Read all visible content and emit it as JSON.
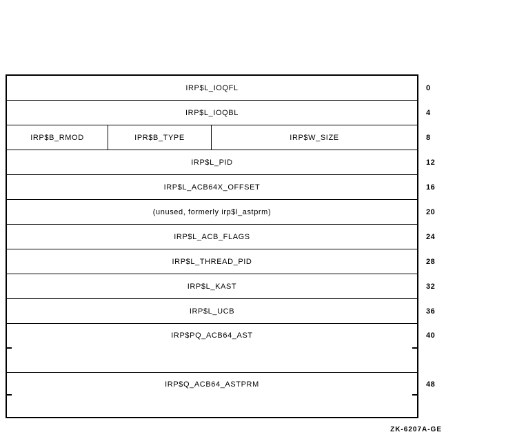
{
  "diagram": {
    "figure_label": "ZK-6207A-GE",
    "rows": [
      {
        "type": "single",
        "label": "IRP$L_IOQFL",
        "offset": "0"
      },
      {
        "type": "single",
        "label": "IRP$L_IOQBL",
        "offset": "4"
      },
      {
        "type": "split",
        "cells": [
          "IRP$B_RMOD",
          "IPR$B_TYPE",
          "IRP$W_SIZE"
        ],
        "offset": "8"
      },
      {
        "type": "single",
        "label": "IRP$L_PID",
        "offset": "12"
      },
      {
        "type": "single",
        "label": "IRP$L_ACB64X_OFFSET",
        "offset": "16"
      },
      {
        "type": "single",
        "label": "(unused, formerly irp$l_astprm)",
        "offset": "20"
      },
      {
        "type": "single",
        "label": "IRP$L_ACB_FLAGS",
        "offset": "24"
      },
      {
        "type": "single",
        "label": "IRP$L_THREAD_PID",
        "offset": "28"
      },
      {
        "type": "single",
        "label": "IRP$L_KAST",
        "offset": "32"
      },
      {
        "type": "single",
        "label": "IRP$L_UCB",
        "offset": "36"
      },
      {
        "type": "quad",
        "label": "IRP$PQ_ACB64_AST",
        "offset": "40"
      },
      {
        "type": "quad",
        "label": "IRP$Q_ACB64_ASTPRM",
        "offset": "48"
      }
    ]
  }
}
